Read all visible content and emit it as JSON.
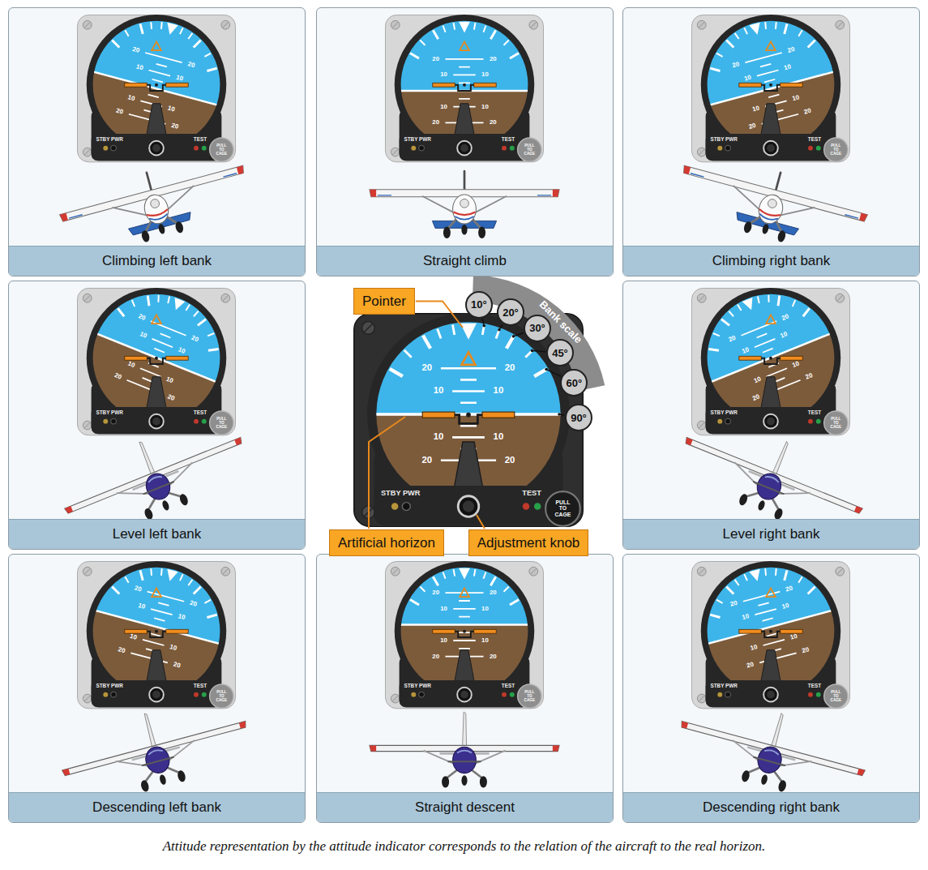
{
  "diagram": {
    "caption": "Attitude representation by the attitude indicator corresponds to the relation of the aircraft to the real horizon.",
    "nodes": [
      {
        "text": [
          "Climbing left bank"
        ]
      },
      {
        "text": [
          "Straight climb"
        ]
      },
      {
        "text": [
          "Climbing right bank"
        ]
      },
      {
        "text": [
          "Level left bank"
        ]
      },
      {
        "text": [
          "Pointer"
        ]
      },
      {
        "text": [
          "10°"
        ]
      },
      {
        "text": [
          "20°"
        ]
      },
      {
        "text": [
          "30°"
        ]
      },
      {
        "text": [
          "45°"
        ]
      },
      {
        "text": [
          "60°"
        ]
      },
      {
        "text": [
          "90°"
        ]
      },
      {
        "text": [
          "Artificial horizon"
        ]
      },
      {
        "text": [
          "Adjustment knob"
        ]
      },
      {
        "text": [
          "Level right bank"
        ]
      },
      {
        "text": [
          "Descending left bank"
        ]
      },
      {
        "text": [
          "Straight descent"
        ]
      },
      {
        "text": [
          "Descending right bank"
        ]
      }
    ],
    "labels": [
      "20",
      "20",
      "10",
      "10",
      "10",
      "10",
      "20",
      "20",
      "STBY PWR",
      "TEST",
      "PULL TO CAGE",
      "20",
      "20",
      "10",
      "10",
      "10",
      "10",
      "20",
      "20",
      "STBY PWR",
      "TEST",
      "PULL TO CAGE",
      "20",
      "20",
      "10",
      "10",
      "10",
      "10",
      "20",
      "20",
      "STBY PWR",
      "TEST",
      "PULL TO CAGE",
      "20",
      "20",
      "10",
      "10",
      "10",
      "10",
      "20",
      "20",
      "STBY PWR",
      "TEST",
      "PULL TO CAGE",
      "20",
      "20",
      "10",
      "10",
      "10",
      "10",
      "20",
      "20",
      "STBY PWR",
      "TEST",
      "PULL TO CAGE",
      "20",
      "20",
      "10",
      "10",
      "10",
      "10",
      "20",
      "20",
      "STBY PWR",
      "TEST",
      "PULL TO CAGE",
      "20",
      "20",
      "10",
      "10",
      "10",
      "10",
      "20",
      "20",
      "STBY PWR",
      "TEST",
      "PULL TO CAGE",
      "20",
      "20",
      "10",
      "10",
      "10",
      "10",
      "20",
      "20",
      "STBY PWR",
      "TEST",
      "PULL TO CAGE",
      "20",
      "20",
      "10",
      "10",
      "10",
      "10",
      "20",
      "20",
      "STBY PWR",
      "TEST",
      "PULL TO CAGE",
      "Bank scale"
    ]
  }
}
